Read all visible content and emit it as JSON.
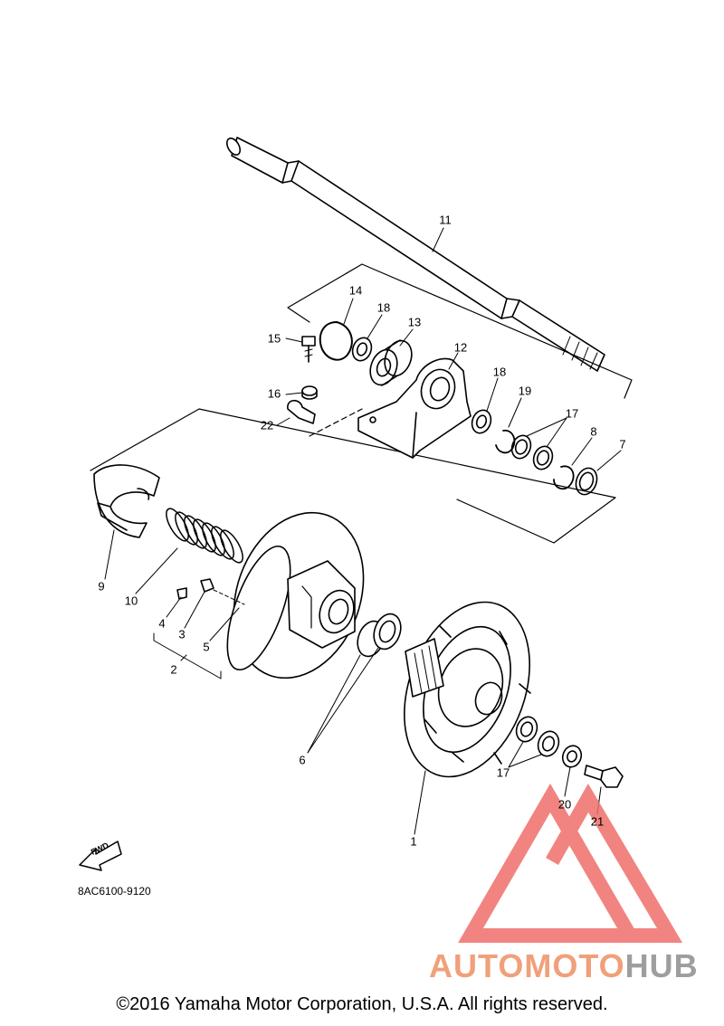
{
  "diagram": {
    "callouts": {
      "c1": "1",
      "c2": "2",
      "c3": "3",
      "c4": "4",
      "c5": "5",
      "c6": "6",
      "c7": "7",
      "c8": "8",
      "c9": "9",
      "c10": "10",
      "c11": "11",
      "c12": "12",
      "c13": "13",
      "c14": "14",
      "c15": "15",
      "c16": "16",
      "c17a": "17",
      "c17b": "17",
      "c18a": "18",
      "c18b": "18",
      "c19": "19",
      "c20": "20",
      "c21": "21",
      "c22": "22"
    },
    "fwd_label": "FWD",
    "diagram_code": "8AC6100-9120"
  },
  "watermark": {
    "brand_part1": "AUTOMOTO",
    "brand_part2": "HUB",
    "color_primary": "#f0a07a",
    "color_secondary": "#9e9e9e",
    "logo_color": "#ef6f6a"
  },
  "footer": {
    "copyright": "©2016 Yamaha Motor Corporation, U.S.A. All rights reserved."
  }
}
